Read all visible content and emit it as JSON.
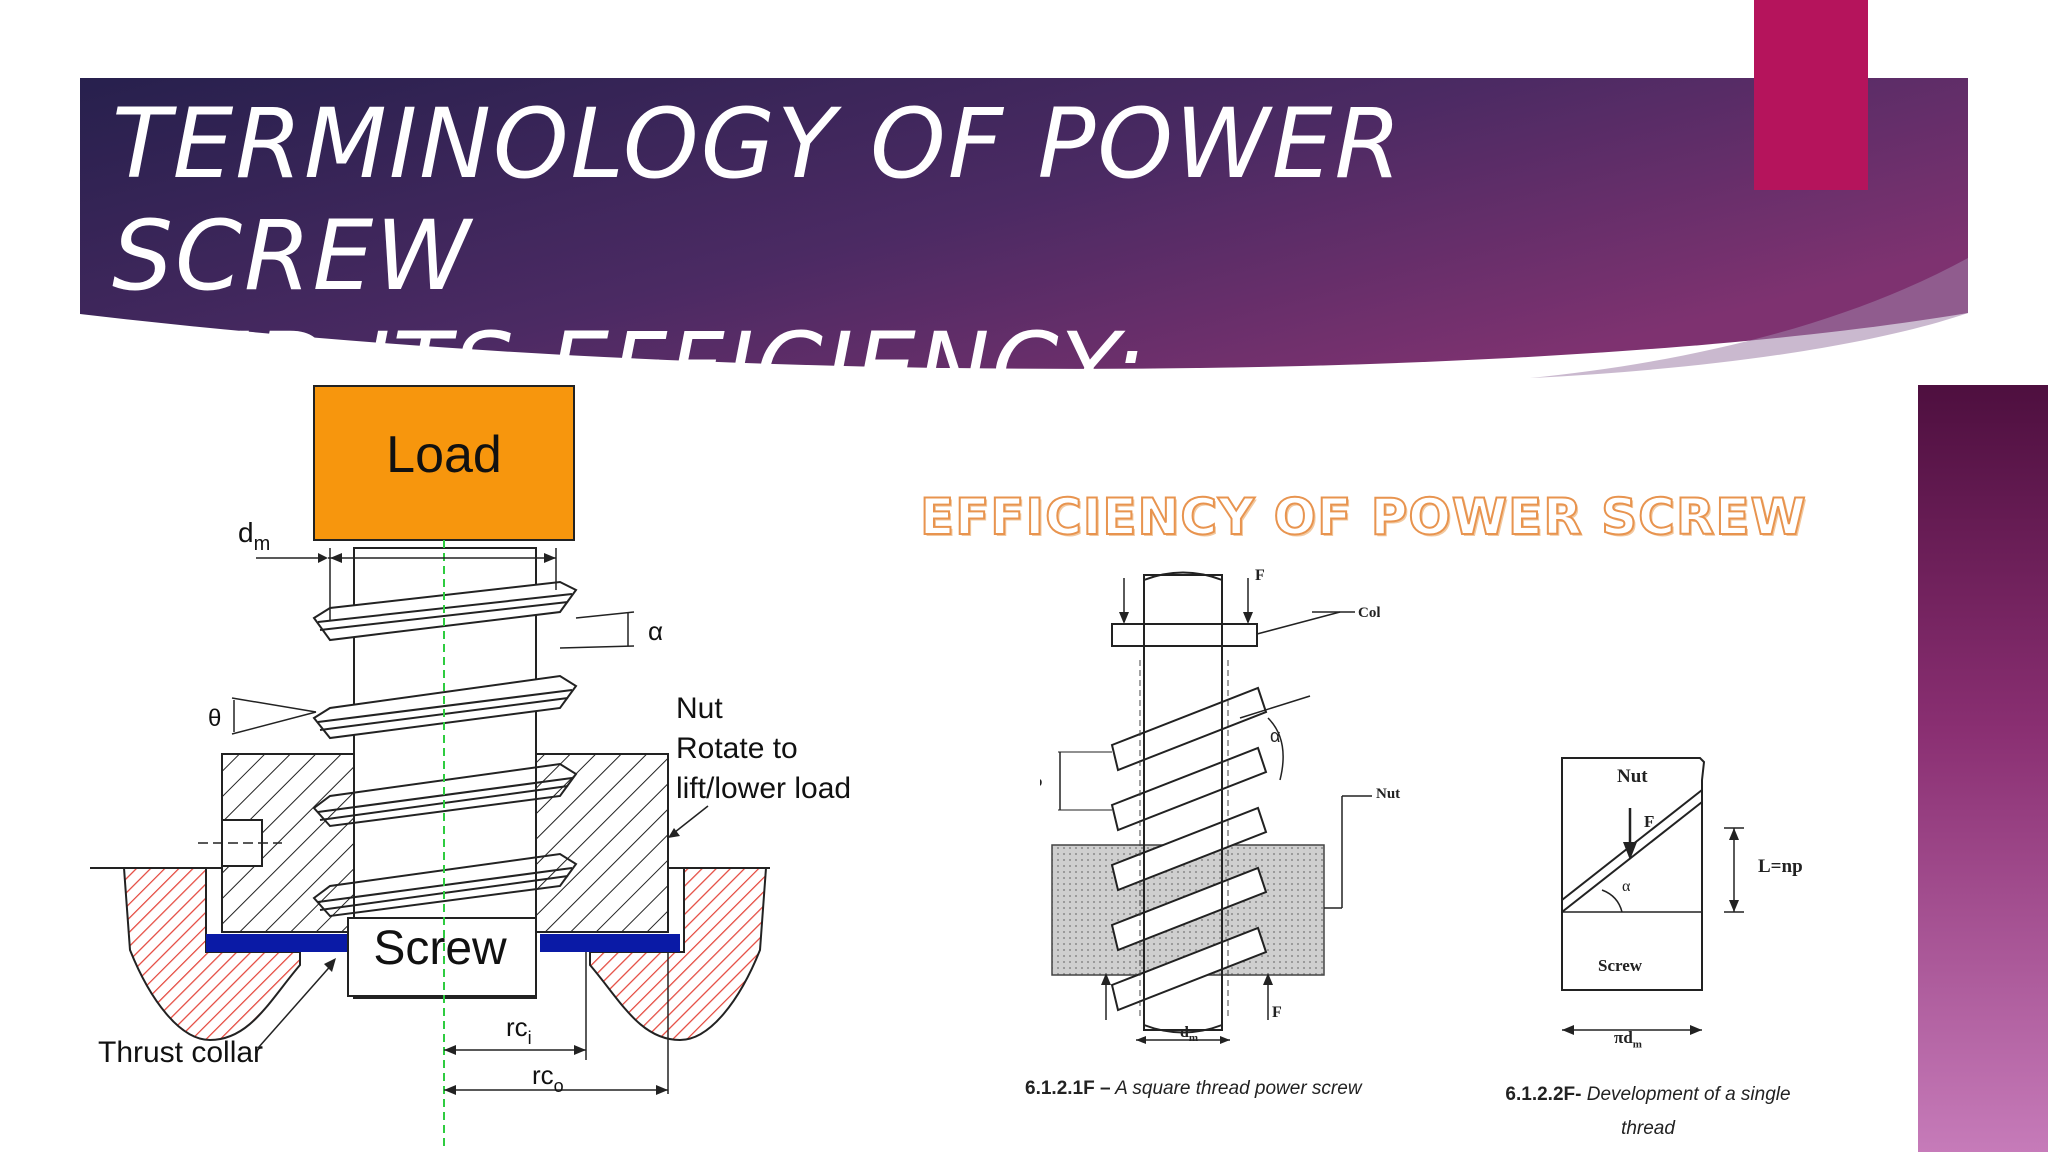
{
  "title": {
    "line1": "TERMINOLOGY OF POWER SCREW",
    "line2": "AND ITS EFFICIENCY:-"
  },
  "left_diagram": {
    "load": "Load",
    "dm": "d",
    "dm_sub": "m",
    "alpha": "α",
    "theta": "θ",
    "nut": "Nut",
    "rotate1": "Rotate to",
    "rotate2": "lift/lower load",
    "screw": "Screw",
    "thrust_collar": "Thrust collar",
    "rci": "rc",
    "rci_sub": "i",
    "rco": "rc",
    "rco_sub": "o"
  },
  "efficiency_title": "EFFICIENCY OF POWER SCREW",
  "middle_diagram": {
    "f_top": "F",
    "collar": "Collar",
    "p": "p",
    "alpha": "α",
    "nut": "Nut",
    "f_bottom": "F",
    "dm": "d",
    "dm_sub": "m"
  },
  "right_diagram": {
    "nut": "Nut",
    "f": "F",
    "alpha": "α",
    "screw": "Screw",
    "l": "L=np",
    "pidm": "πd",
    "pidm_sub": "m"
  },
  "captions": {
    "cap1_num": "6.1.2.1F –",
    "cap1_text": " A square thread power screw",
    "cap2_num": "6.1.2.2F-",
    "cap2_text": " Development of a single thread"
  },
  "colors": {
    "banner_dark": "#2a2150",
    "banner_light": "#74306c",
    "accent": "#b5145c",
    "load_fill": "#f7960d",
    "thrust_collar": "#0a1aa6",
    "hatch_red": "#e4473d"
  }
}
